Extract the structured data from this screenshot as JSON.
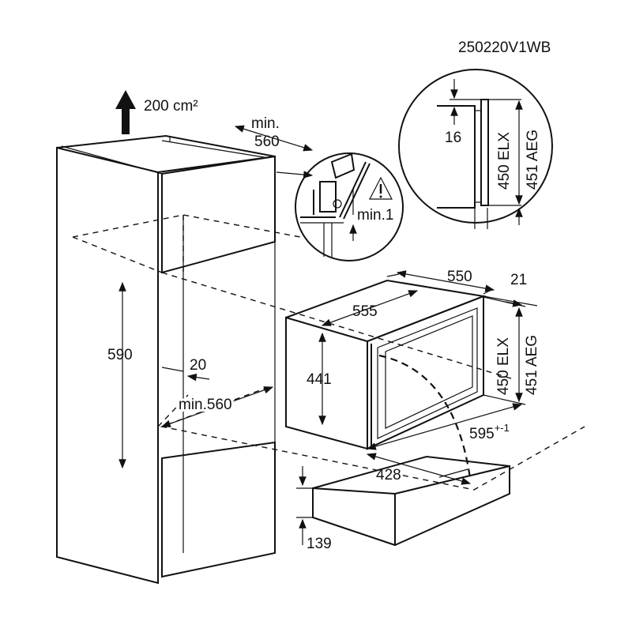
{
  "document_code": "250220V1WB",
  "ventilation": {
    "label": "200 cm²",
    "icon": "arrow-up-icon"
  },
  "cabinet": {
    "top_depth_prefix": "min.",
    "top_depth_value": "560",
    "opening_height": "590",
    "rear_gap": "20",
    "opening_depth": "min.560"
  },
  "detail_small": {
    "warning_icon": "warning-triangle-icon",
    "clearance": "min.1"
  },
  "detail_large": {
    "top_gap": "16",
    "height_elx": "450 ELX",
    "height_aeg": "451 AEG"
  },
  "appliance": {
    "depth": "550",
    "front_offset": "21",
    "inner_width": "555",
    "height": "441",
    "height_elx": "450 ELX",
    "height_aeg": "451 AEG",
    "width": "595",
    "width_tolerance": "+-1",
    "door_swing": "428"
  },
  "drawer": {
    "height": "139"
  }
}
